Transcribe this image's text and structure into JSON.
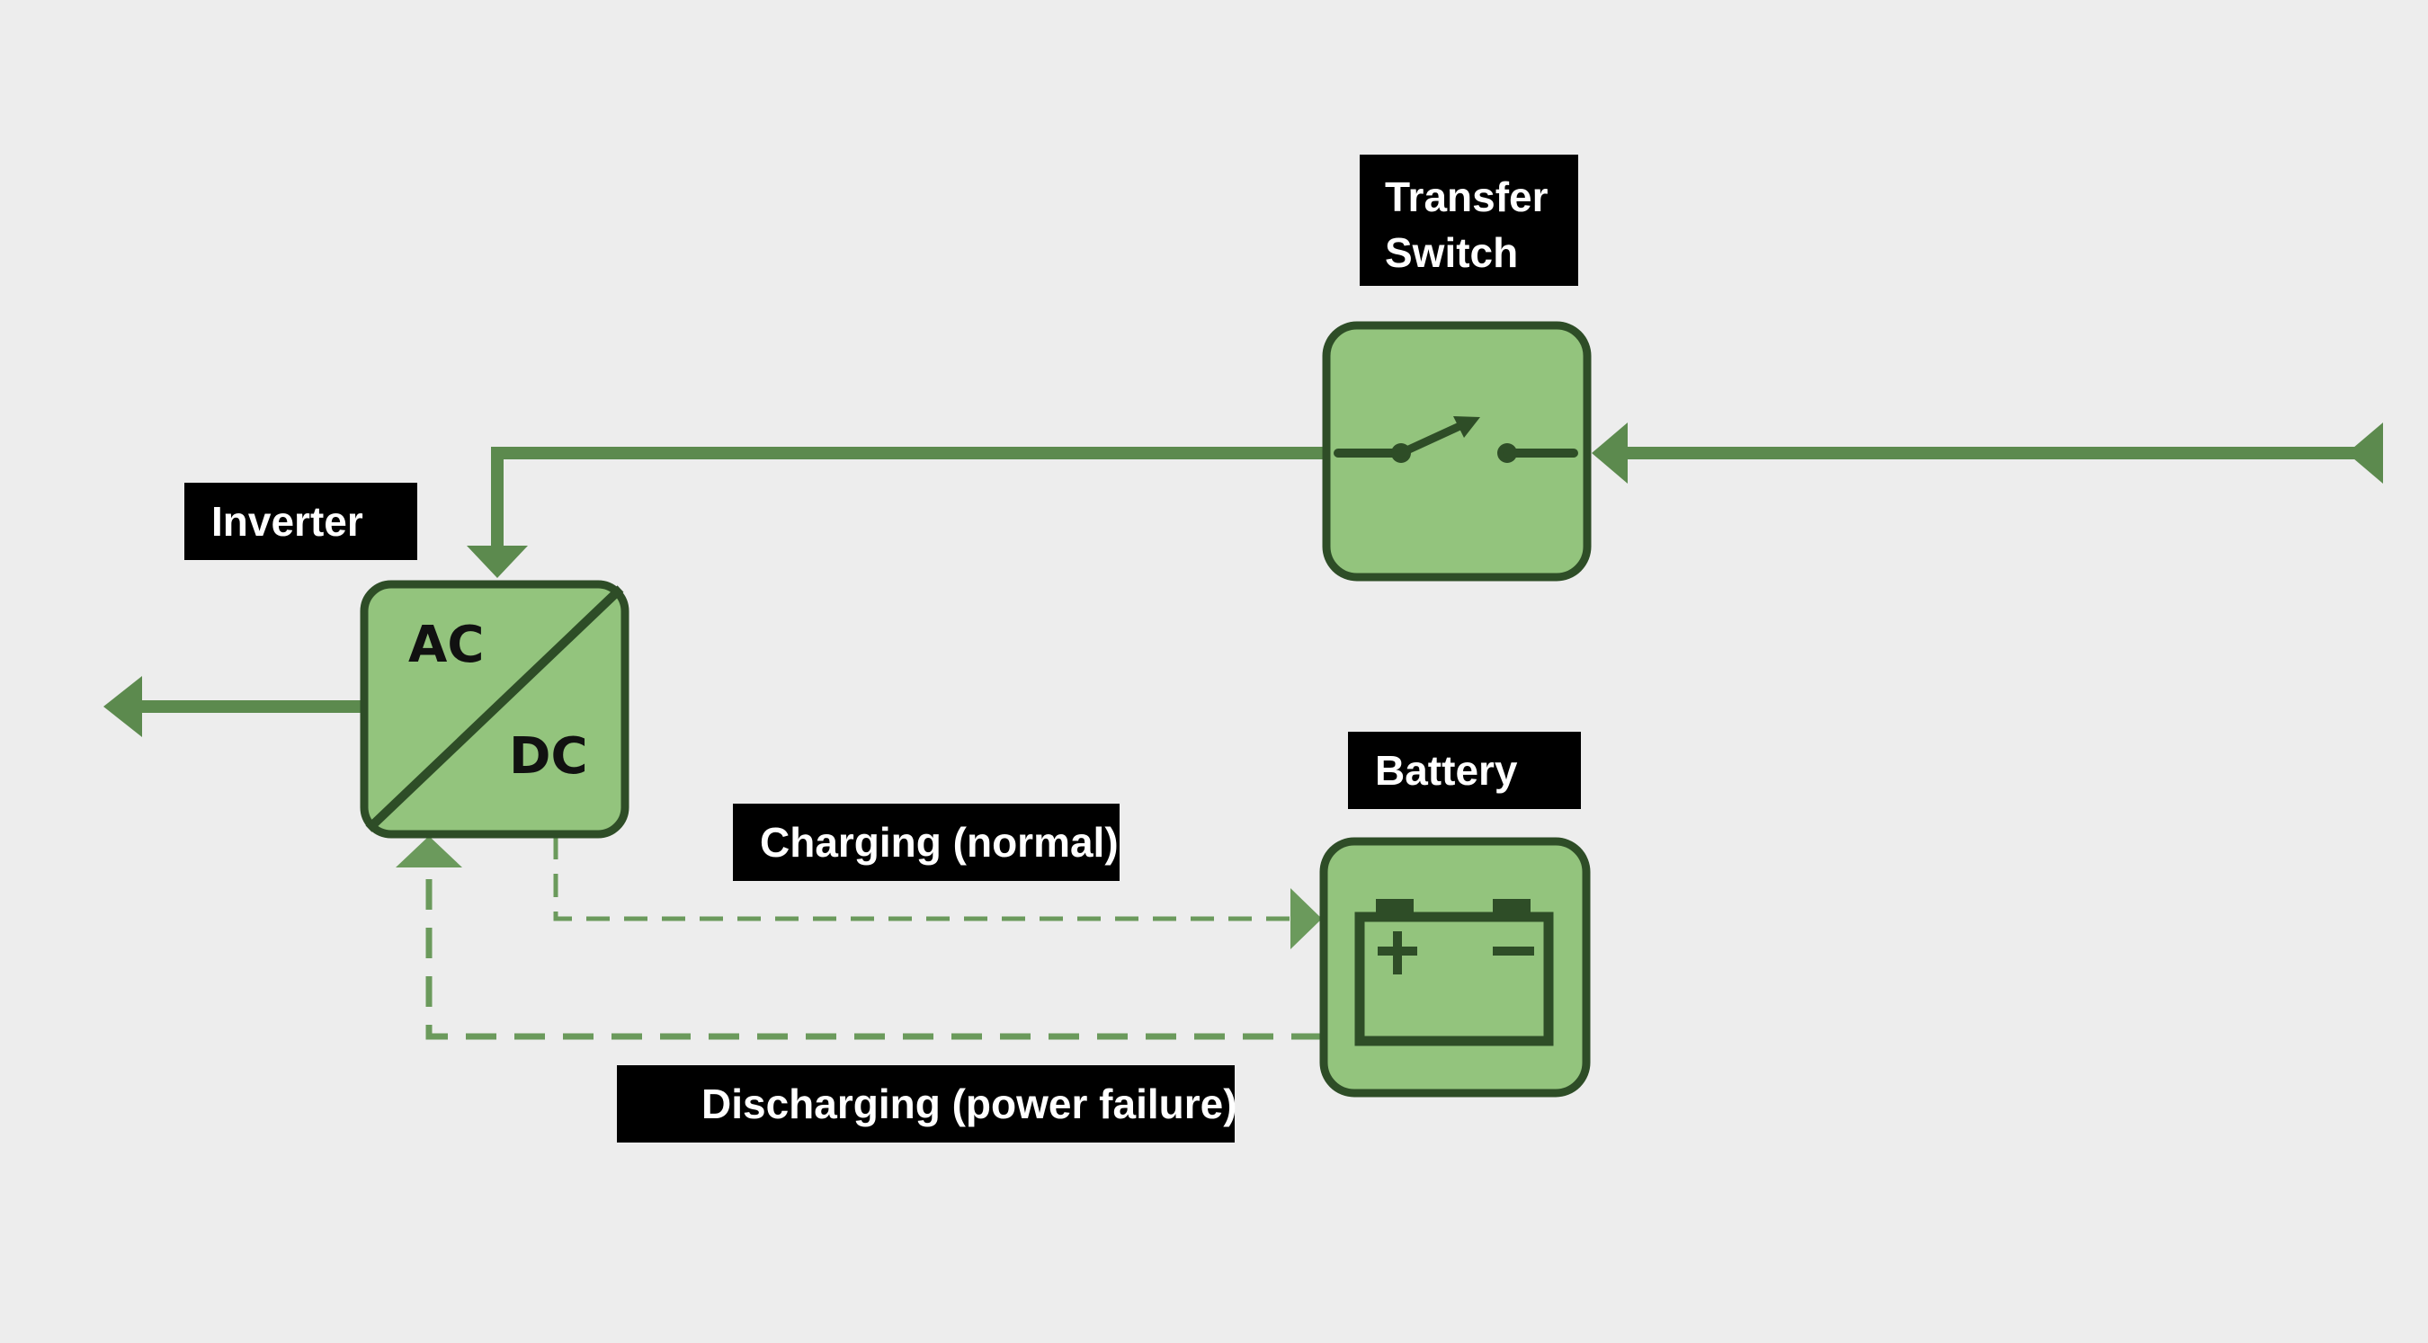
{
  "labels": {
    "transfer_switch_line1": "Transfer",
    "transfer_switch_line2": "Switch",
    "inverter": "Inverter",
    "battery": "Battery",
    "charging": "Charging (normal)",
    "discharging": "Discharging (power failure)",
    "ac": "AC",
    "dc": "DC"
  },
  "colors": {
    "background": "#ededed",
    "block_fill": "#93c47d",
    "block_stroke": "#2e4d27",
    "line_color": "#5c8a4e",
    "label_bg": "#000000",
    "label_text": "#ffffff"
  },
  "icons": {
    "transfer_switch": "switch-icon",
    "battery": "battery-icon",
    "inverter": "ac-dc-converter-icon"
  }
}
